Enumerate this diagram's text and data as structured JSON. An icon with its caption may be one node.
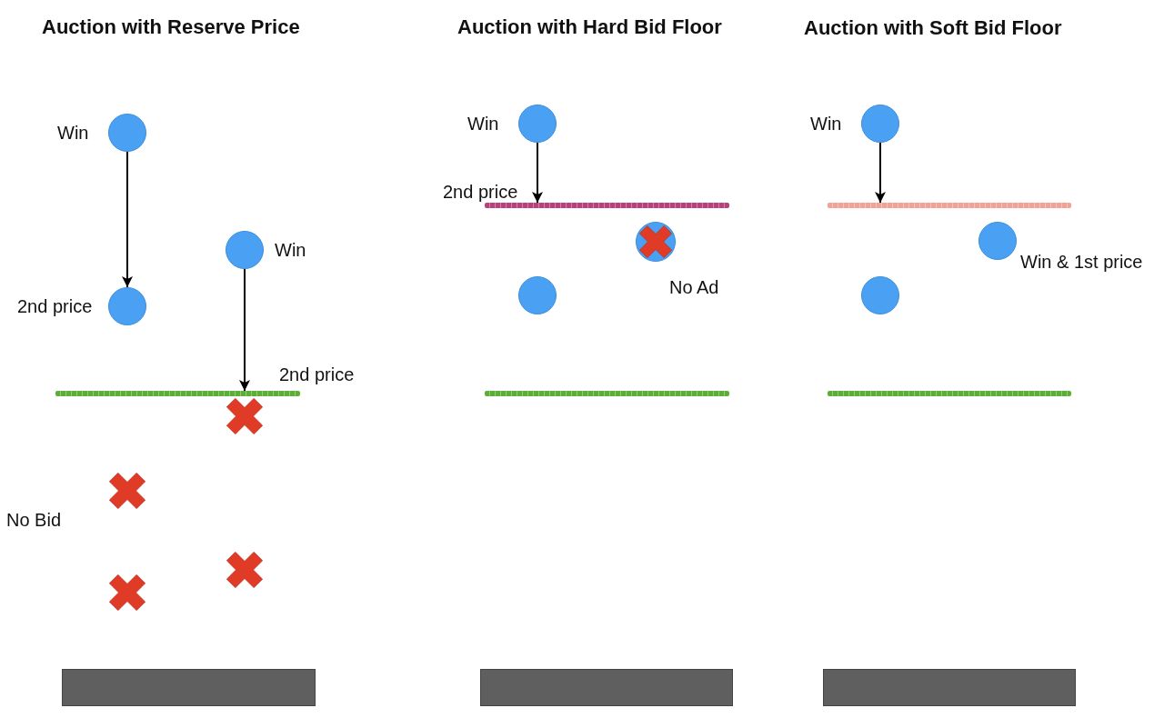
{
  "diagram": {
    "nodes": [
      {
        "text": [],
        "shape": "circle",
        "beside": [
          "Win"
        ]
      },
      {
        "text": [],
        "shape": "circle",
        "beside": [
          "Win"
        ]
      },
      {
        "text": [],
        "shape": "circle",
        "beside": [
          "2nd price"
        ]
      },
      {
        "text": [],
        "shape": "line",
        "beside": [
          "2nd price"
        ]
      },
      {
        "text": [],
        "shape": "cross"
      },
      {
        "text": [],
        "shape": "cross"
      },
      {
        "text": [],
        "shape": "cross"
      },
      {
        "text": [],
        "shape": "cross"
      },
      {
        "text": [],
        "shape": "bar"
      },
      {
        "text": [],
        "shape": "circle",
        "beside": [
          "Win"
        ]
      },
      {
        "text": [],
        "shape": "line",
        "beside": [
          "2nd price"
        ]
      },
      {
        "text": [],
        "shape": "circle"
      },
      {
        "text": [],
        "shape": "cross",
        "in": 11,
        "beside": [
          "No Ad"
        ]
      },
      {
        "text": [],
        "shape": "circle"
      },
      {
        "text": [],
        "shape": "line"
      },
      {
        "text": [],
        "shape": "bar"
      },
      {
        "text": [],
        "shape": "circle",
        "beside": [
          "Win"
        ]
      },
      {
        "text": [],
        "shape": "line"
      },
      {
        "text": [],
        "shape": "circle",
        "beside": [
          "Win & 1st price"
        ]
      },
      {
        "text": [],
        "shape": "circle"
      },
      {
        "text": [],
        "shape": "line"
      },
      {
        "text": [],
        "shape": "bar"
      }
    ],
    "edges": [
      {
        "from": 0,
        "to": 2,
        "arrow": "to"
      },
      {
        "from": 1,
        "to": 3,
        "arrow": "to"
      },
      {
        "from": 9,
        "to": 10,
        "arrow": "to"
      },
      {
        "from": 16,
        "to": 17,
        "arrow": "to"
      }
    ],
    "labels": [
      "Auction with Reserve Price",
      "Auction with Hard Bid Floor",
      "Auction with Soft Bid Floor",
      "No Bid"
    ]
  }
}
